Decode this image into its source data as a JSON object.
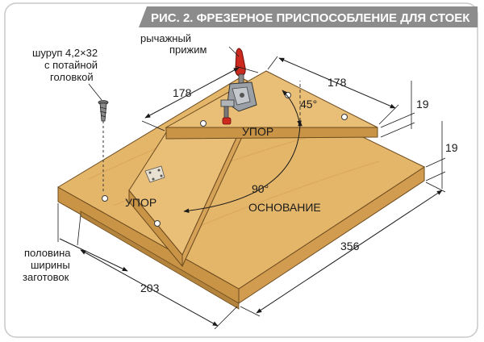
{
  "figure": {
    "title": "РИС. 2. ФРЕЗЕРНОЕ ПРИСПОСОБЛЕНИЕ ДЛЯ СТОЕК"
  },
  "labels": {
    "clamp_line1": "рычажный",
    "clamp_line2": "прижим",
    "screw_line1": "шуруп 4,2×32",
    "screw_line2": "с потайной",
    "screw_line3": "головкой",
    "stop_top": "УПОР",
    "stop_left": "УПОР",
    "base": "ОСНОВАНИЕ",
    "half_line1": "половина",
    "half_line2": "ширины",
    "half_line3": "заготовок"
  },
  "dimensions": {
    "left_178": "178",
    "right_178": "178",
    "angle_45": "45°",
    "angle_90": "90°",
    "thick_top": "19",
    "thick_base": "19",
    "length_356": "356",
    "width_203": "203"
  },
  "colors": {
    "wood_top": "#e4b66a",
    "wood_side": "#d9a85a",
    "wood_front": "#c99446",
    "banner": "#8c8c8c",
    "clamp_handle": "#cc2a1e"
  }
}
